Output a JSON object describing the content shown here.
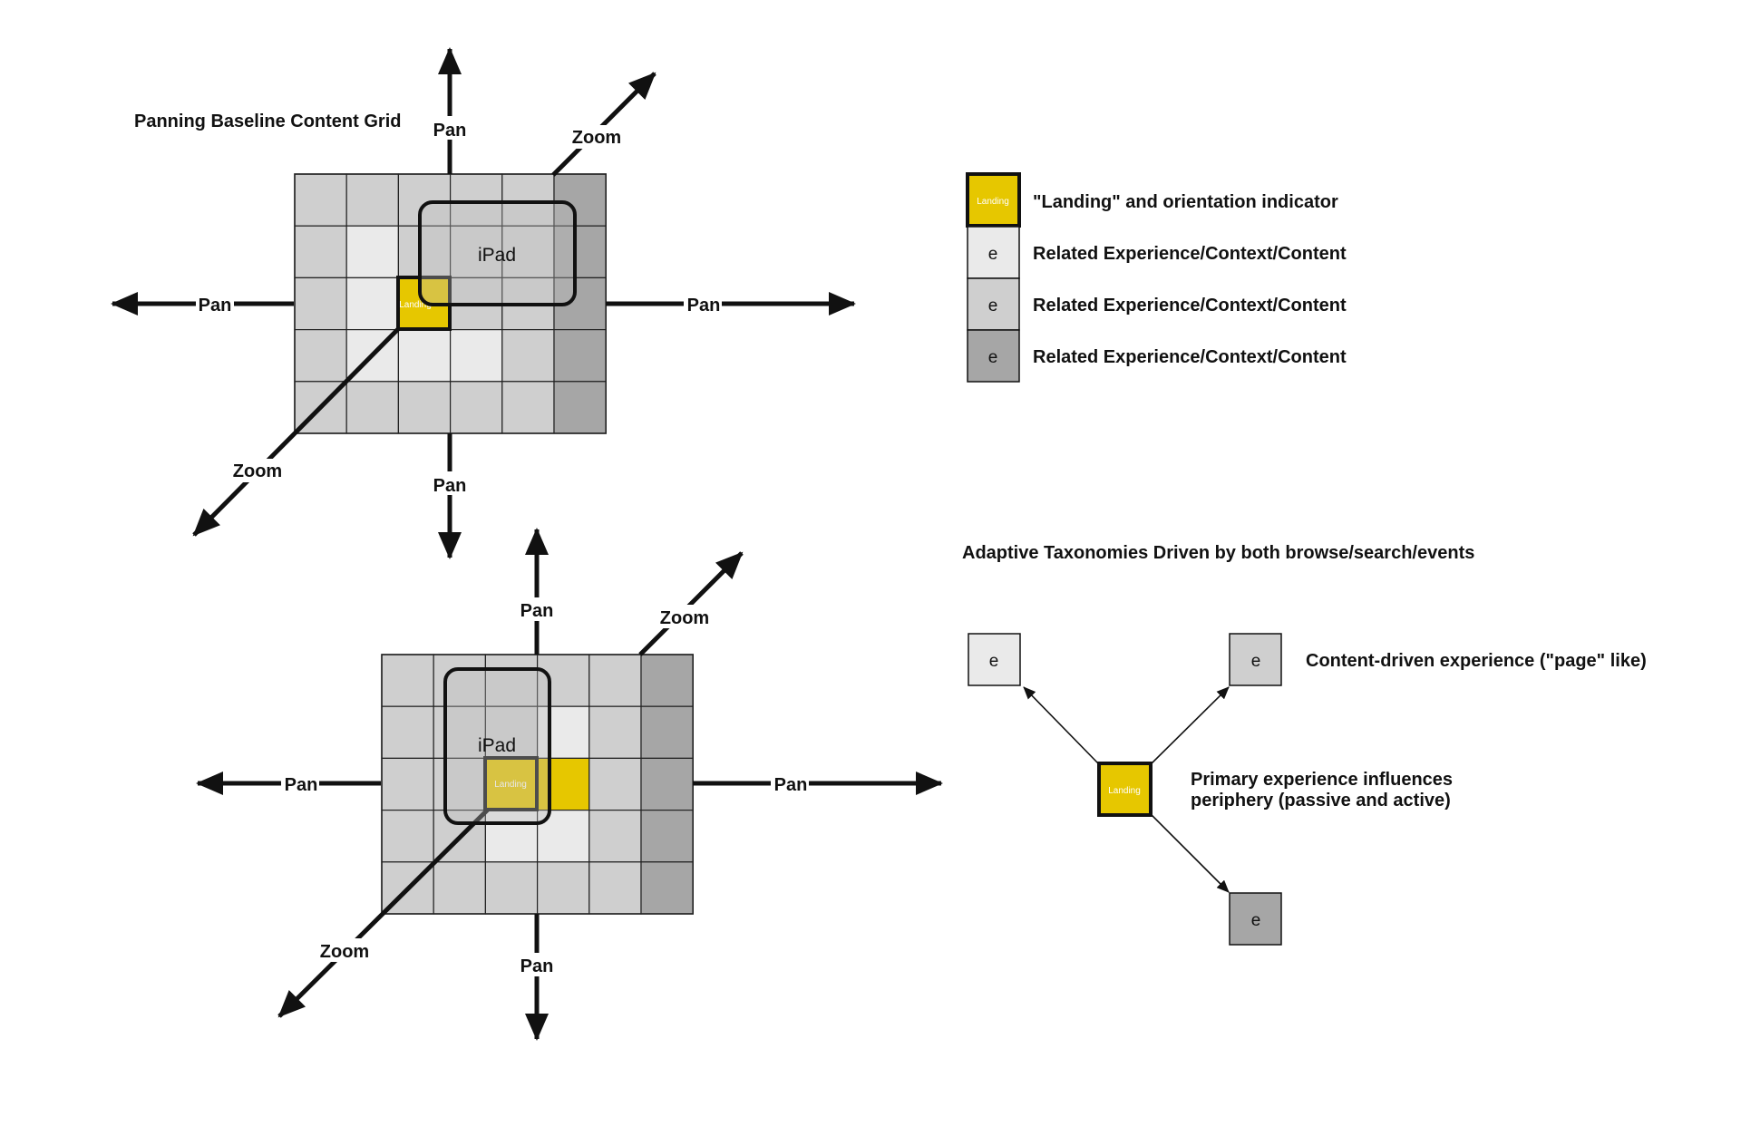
{
  "title": "Panning Baseline Content Grid",
  "labels": {
    "pan": "Pan",
    "zoom": "Zoom",
    "ipad": "iPad",
    "landing": "Landing"
  },
  "grid": {
    "colors": {
      "l": "#eaeaea",
      "m": "#cfcfcf",
      "d": "#a6a6a6",
      "y": "#e6c700"
    },
    "top": [
      "mmmmmd",
      "mlmmmd",
      "mlymmd",
      "mlllmd",
      "mmmmmd"
    ],
    "bottom": [
      "mmmmmd",
      "mmmlmd",
      "mmlymd",
      "mmllmd",
      "mmmmmd"
    ]
  },
  "legend": {
    "items": [
      {
        "glyph": "Landing",
        "label": "\"Landing\" and orientation indicator",
        "swatch": "#e6c700"
      },
      {
        "glyph": "e",
        "label": "Related Experience/Context/Content",
        "swatch": "#eaeaea"
      },
      {
        "glyph": "e",
        "label": "Related Experience/Context/Content",
        "swatch": "#cfcfcf"
      },
      {
        "glyph": "e",
        "label": "Related Experience/Context/Content",
        "swatch": "#a6a6a6"
      }
    ]
  },
  "taxonomy": {
    "title": "Adaptive Taxonomies Driven by both browse/search/events",
    "node_glyph": "e",
    "content_driven": "Content-driven experience (\"page\" like)",
    "primary_line1": "Primary experience influences",
    "primary_line2": "periphery (passive and active)"
  }
}
